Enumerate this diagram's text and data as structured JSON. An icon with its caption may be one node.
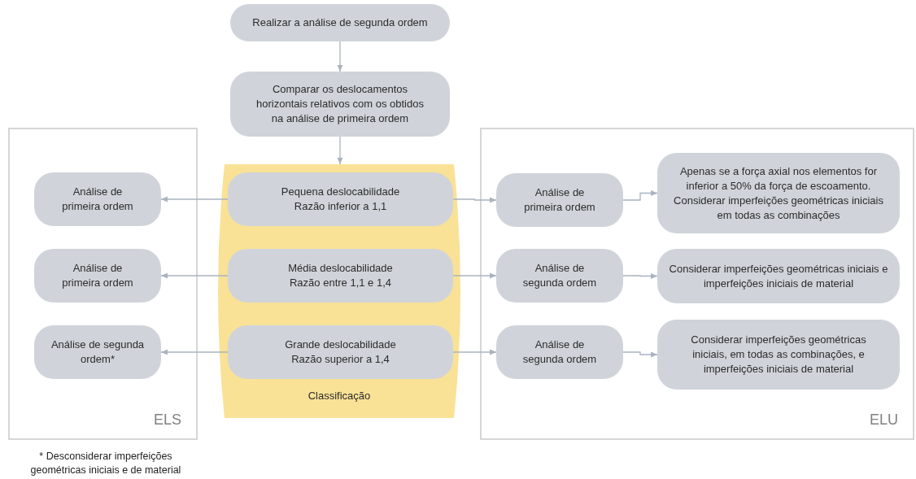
{
  "diagram": {
    "nodes": [
      {
        "text": [
          "Realizar a análise de segunda ordem"
        ]
      },
      {
        "text": [
          "Comparar os deslocamentos horizontais relativos com os obtidos na análise de primeira ordem"
        ]
      },
      {
        "text": [
          "Classificação"
        ]
      },
      {
        "text": [
          "Pequena deslocabilidade",
          "Razão inferior a 1,1"
        ],
        "in": 2
      },
      {
        "text": [
          "Média deslocabilidade",
          "Razão entre 1,1 e 1,4"
        ],
        "in": 2
      },
      {
        "text": [
          "Grande deslocabilidade",
          "Razão superior a 1,4"
        ],
        "in": 2
      },
      {
        "text": [
          "ELS"
        ]
      },
      {
        "text": [
          "Análise de primeira ordem"
        ],
        "in": 6
      },
      {
        "text": [
          "Análise de primeira ordem"
        ],
        "in": 6
      },
      {
        "text": [
          "Análise de segunda ordem*"
        ],
        "in": 6
      },
      {
        "text": [
          "ELU"
        ]
      },
      {
        "text": [
          "Análise de primeira ordem"
        ],
        "in": 10
      },
      {
        "text": [
          "Apenas se a força axial nos elementos for inferior a 50% da força de escoamento. Considerar imperfeições geométricas iniciais em todas as combinações"
        ],
        "in": 10
      },
      {
        "text": [
          "Análise de segunda ordem"
        ],
        "in": 10
      },
      {
        "text": [
          "Considerar imperfeições geométricas iniciais e imperfeições iniciais de material"
        ],
        "in": 10
      },
      {
        "text": [
          "Análise de segunda ordem"
        ],
        "in": 10
      },
      {
        "text": [
          "Considerar imperfeições geométricas iniciais, em todas as combinações, e imperfeições iniciais de material"
        ],
        "in": 10
      }
    ],
    "edges": [
      {
        "from": 0,
        "to": 1,
        "arrow": "to"
      },
      {
        "from": 1,
        "to": 2,
        "arrow": "to"
      },
      {
        "from": 3,
        "to": 7,
        "arrow": "to"
      },
      {
        "from": 4,
        "to": 8,
        "arrow": "to"
      },
      {
        "from": 5,
        "to": 9,
        "arrow": "to"
      },
      {
        "from": 3,
        "to": 11,
        "arrow": "to"
      },
      {
        "from": 4,
        "to": 13,
        "arrow": "to"
      },
      {
        "from": 5,
        "to": 15,
        "arrow": "to"
      },
      {
        "from": 11,
        "to": 12,
        "arrow": "to"
      },
      {
        "from": 13,
        "to": 14,
        "arrow": "to"
      },
      {
        "from": 15,
        "to": 16,
        "arrow": "to"
      }
    ],
    "labels": [
      "* Desconsiderar imperfeições geométricas iniciais e de material"
    ]
  }
}
